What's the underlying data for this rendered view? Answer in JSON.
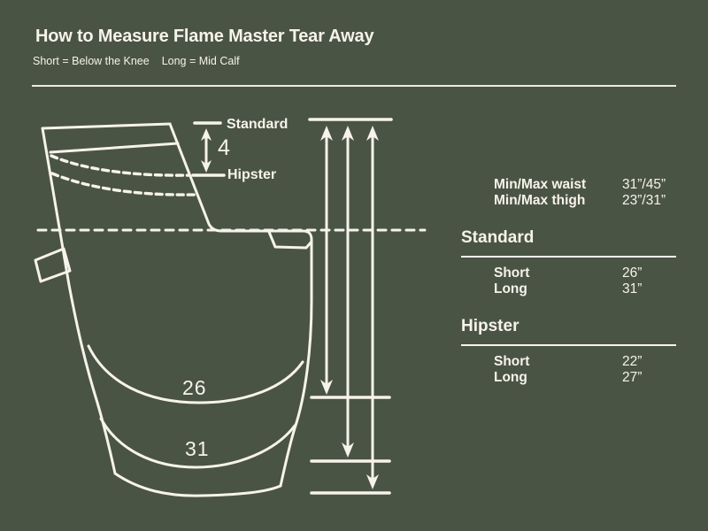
{
  "colors": {
    "background": "#4a5445",
    "ink": "#f6f3ea"
  },
  "header": {
    "title": "How to Measure Flame Master Tear Away",
    "legend_short": "Short = Below the Knee",
    "legend_long": "Long = Mid Calf"
  },
  "diagram": {
    "waist_styles": {
      "standard_label": "Standard",
      "hipster_label": "Hipster",
      "gap_value": "4"
    },
    "hem_lengths": {
      "short_label": "26",
      "long_label": "31"
    }
  },
  "size_table": {
    "specs": [
      {
        "label": "Min/Max waist",
        "value": "31”/45”"
      },
      {
        "label": "Min/Max thigh",
        "value": "23”/31”"
      }
    ],
    "sections": [
      {
        "heading": "Standard",
        "rows": [
          {
            "label": "Short",
            "value": "26”"
          },
          {
            "label": "Long",
            "value": "31”"
          }
        ]
      },
      {
        "heading": "Hipster",
        "rows": [
          {
            "label": "Short",
            "value": "22”"
          },
          {
            "label": "Long",
            "value": "27”"
          }
        ]
      }
    ]
  }
}
